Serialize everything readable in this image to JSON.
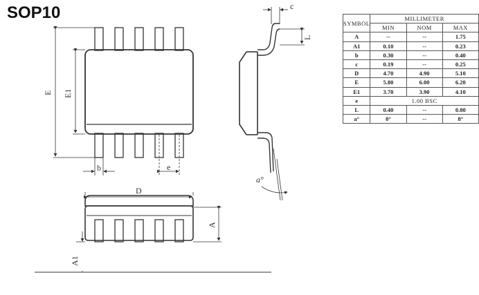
{
  "title": "SOP10",
  "labels": {
    "E": "E",
    "E1": "E1",
    "b": "b",
    "e": "e",
    "c": "c",
    "L": "L",
    "D": "D",
    "A": "A",
    "A1": "A1",
    "alpha": "a°"
  },
  "table": {
    "symbol_header": "SYMBOL",
    "unit_header": "MILLIMETER",
    "columns": [
      "MIN",
      "NOM",
      "MAX"
    ],
    "rows": [
      {
        "symbol": "A",
        "min": "--",
        "nom": "--",
        "max": "1.75"
      },
      {
        "symbol": "A1",
        "min": "0.10",
        "nom": "--",
        "max": "0.23"
      },
      {
        "symbol": "b",
        "min": "0.30",
        "nom": "--",
        "max": "0.40"
      },
      {
        "symbol": "c",
        "min": "0.19",
        "nom": "--",
        "max": "0.25"
      },
      {
        "symbol": "D",
        "min": "4.70",
        "nom": "4.90",
        "max": "5.10"
      },
      {
        "symbol": "E",
        "min": "5.80",
        "nom": "6.00",
        "max": "6.20"
      },
      {
        "symbol": "E1",
        "min": "3.70",
        "nom": "3.90",
        "max": "4.10"
      },
      {
        "symbol": "e",
        "span": "1.00 BSC"
      },
      {
        "symbol": "L",
        "min": "0.40",
        "nom": "--",
        "max": "0.80"
      },
      {
        "symbol": "a°",
        "min": "0°",
        "nom": "--",
        "max": "8°"
      }
    ]
  }
}
